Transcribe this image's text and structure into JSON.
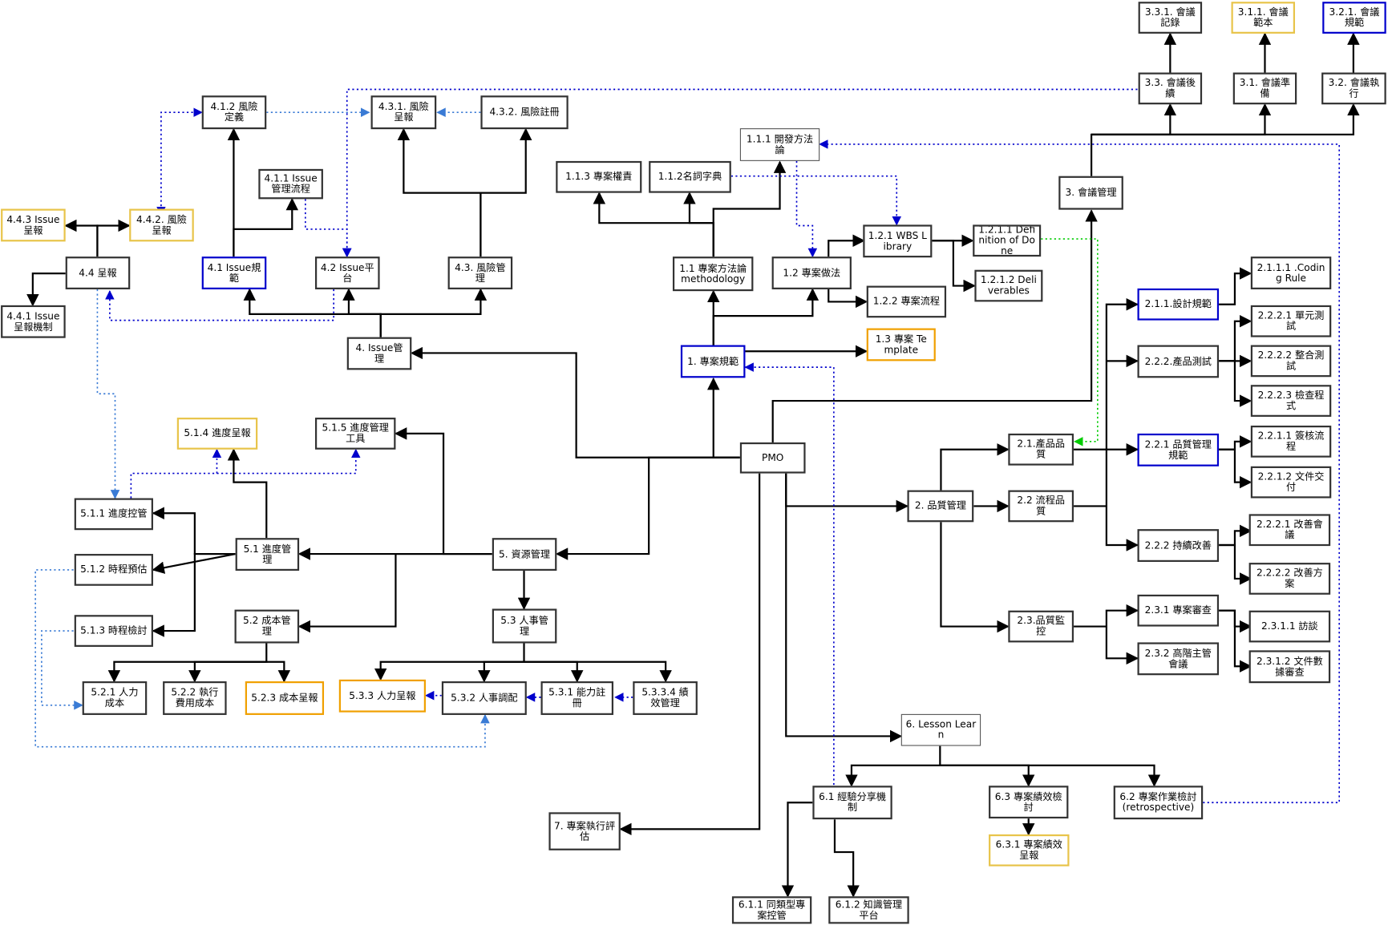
{
  "colors": {
    "default_border": "#333333",
    "blue_border": "#0000cc",
    "orange_border": "#f0a000",
    "yellow_border": "#e8c44a",
    "edge_black": "#000000",
    "dotted_blue": "#0000cc",
    "dotted_lightblue": "#3a7bd5",
    "dotted_green": "#00cc00"
  },
  "nodes": {
    "n331": "3.3.1. 會議記錄",
    "n311": "3.1.1. 會議範本",
    "n321": "3.2.1. 會議規範",
    "n33": "3.3. 會議後續",
    "n31": "3.1. 會議準備",
    "n32": "3.2. 會議執行",
    "n3": "3. 會議管理",
    "n412": "4.1.2 風險定義",
    "n431": "4.3.1. 風險呈報",
    "n432": "4.3.2. 風險註冊",
    "n411": "4.1.1 Issue管理流程",
    "n443": "4.4.3 Issue呈報",
    "n442": "4.4.2. 風險呈報",
    "n44": "4.4 呈報",
    "n441": "4.4.1 Issue呈報機制",
    "n41": "4.1 Issue規範",
    "n42": "4.2 Issue平台",
    "n43": "4.3. 風險管理",
    "n4": "4. Issue管理",
    "n111": "1.1.1 開發方法論",
    "n113": "1.1.3 專案權責",
    "n112": "1.1.2名詞字典",
    "n11": "1.1 專案方法論 methodology",
    "n12": "1.2 專案做法",
    "n121": "1.2.1 WBS Library",
    "n1211": "1.2.1.1 Definition of Done",
    "n1212": "1.2.1.2 Deliverables",
    "n122": "1.2.2 專案流程",
    "n13": "1.3 專案 Template",
    "n1": "1. 專案規範",
    "n2111": "2.1.1.1 .Coding Rule",
    "n211": "2.1.1.設計規範",
    "n2221": "2.2.2.1 單元測試",
    "n222b": "2.2.2.產品測試",
    "n2222": "2.2.2.2 整合測試",
    "n2223": "2.2.2.3 檢查程式",
    "n21": "2.1.產品品質",
    "n221": "2.2.1 品質管理規範",
    "n2211": "2.2.1.1 簽核流程",
    "n2212": "2.2.1.2 文件交付",
    "pmo": "PMO",
    "n2": "2. 品質管理",
    "n22": "2.2 流程品質",
    "n222": "2.2.2 持續改善",
    "n22221": "2.2.2.1 改善會議",
    "n22222": "2.2.2.2 改善方案",
    "n23": "2.3.品質監控",
    "n231": "2.3.1 專案審查",
    "n2311": "2.3.1.1 訪談",
    "n232": "2.3.2 高階主管會議",
    "n2312": "2.3.1.2 文件數據審查",
    "n514": "5.1.4 進度呈報",
    "n515": "5.1.5 進度管理工具",
    "n511": "5.1.1 進度控管",
    "n51": "5.1 進度管理",
    "n5": "5. 資源管理",
    "n512": "5.1.2 時程預估",
    "n513": "5.1.3 時程檢討",
    "n52": "5.2 成本管理",
    "n53": "5.3 人事管理",
    "n521": "5.2.1 人力成本",
    "n522": "5.2.2 執行費用成本",
    "n523": "5.2.3 成本呈報",
    "n533": "5.3.3 人力呈報",
    "n532": "5.3.2 人事調配",
    "n531": "5.3.1 能力註冊",
    "n5334": "5.3.3.4 績效管理",
    "n6": "6. Lesson Learn",
    "n61": "6.1 經驗分享機制",
    "n63": "6.3 專案績效檢討",
    "n62": "6.2 專案作業檢討 (retrospective)",
    "n631": "6.3.1 專案績效呈報",
    "n7": "7. 專案執行評估",
    "n611": "6.1.1 同類型專案控管",
    "n612": "6.1.2 知識管理平台"
  }
}
